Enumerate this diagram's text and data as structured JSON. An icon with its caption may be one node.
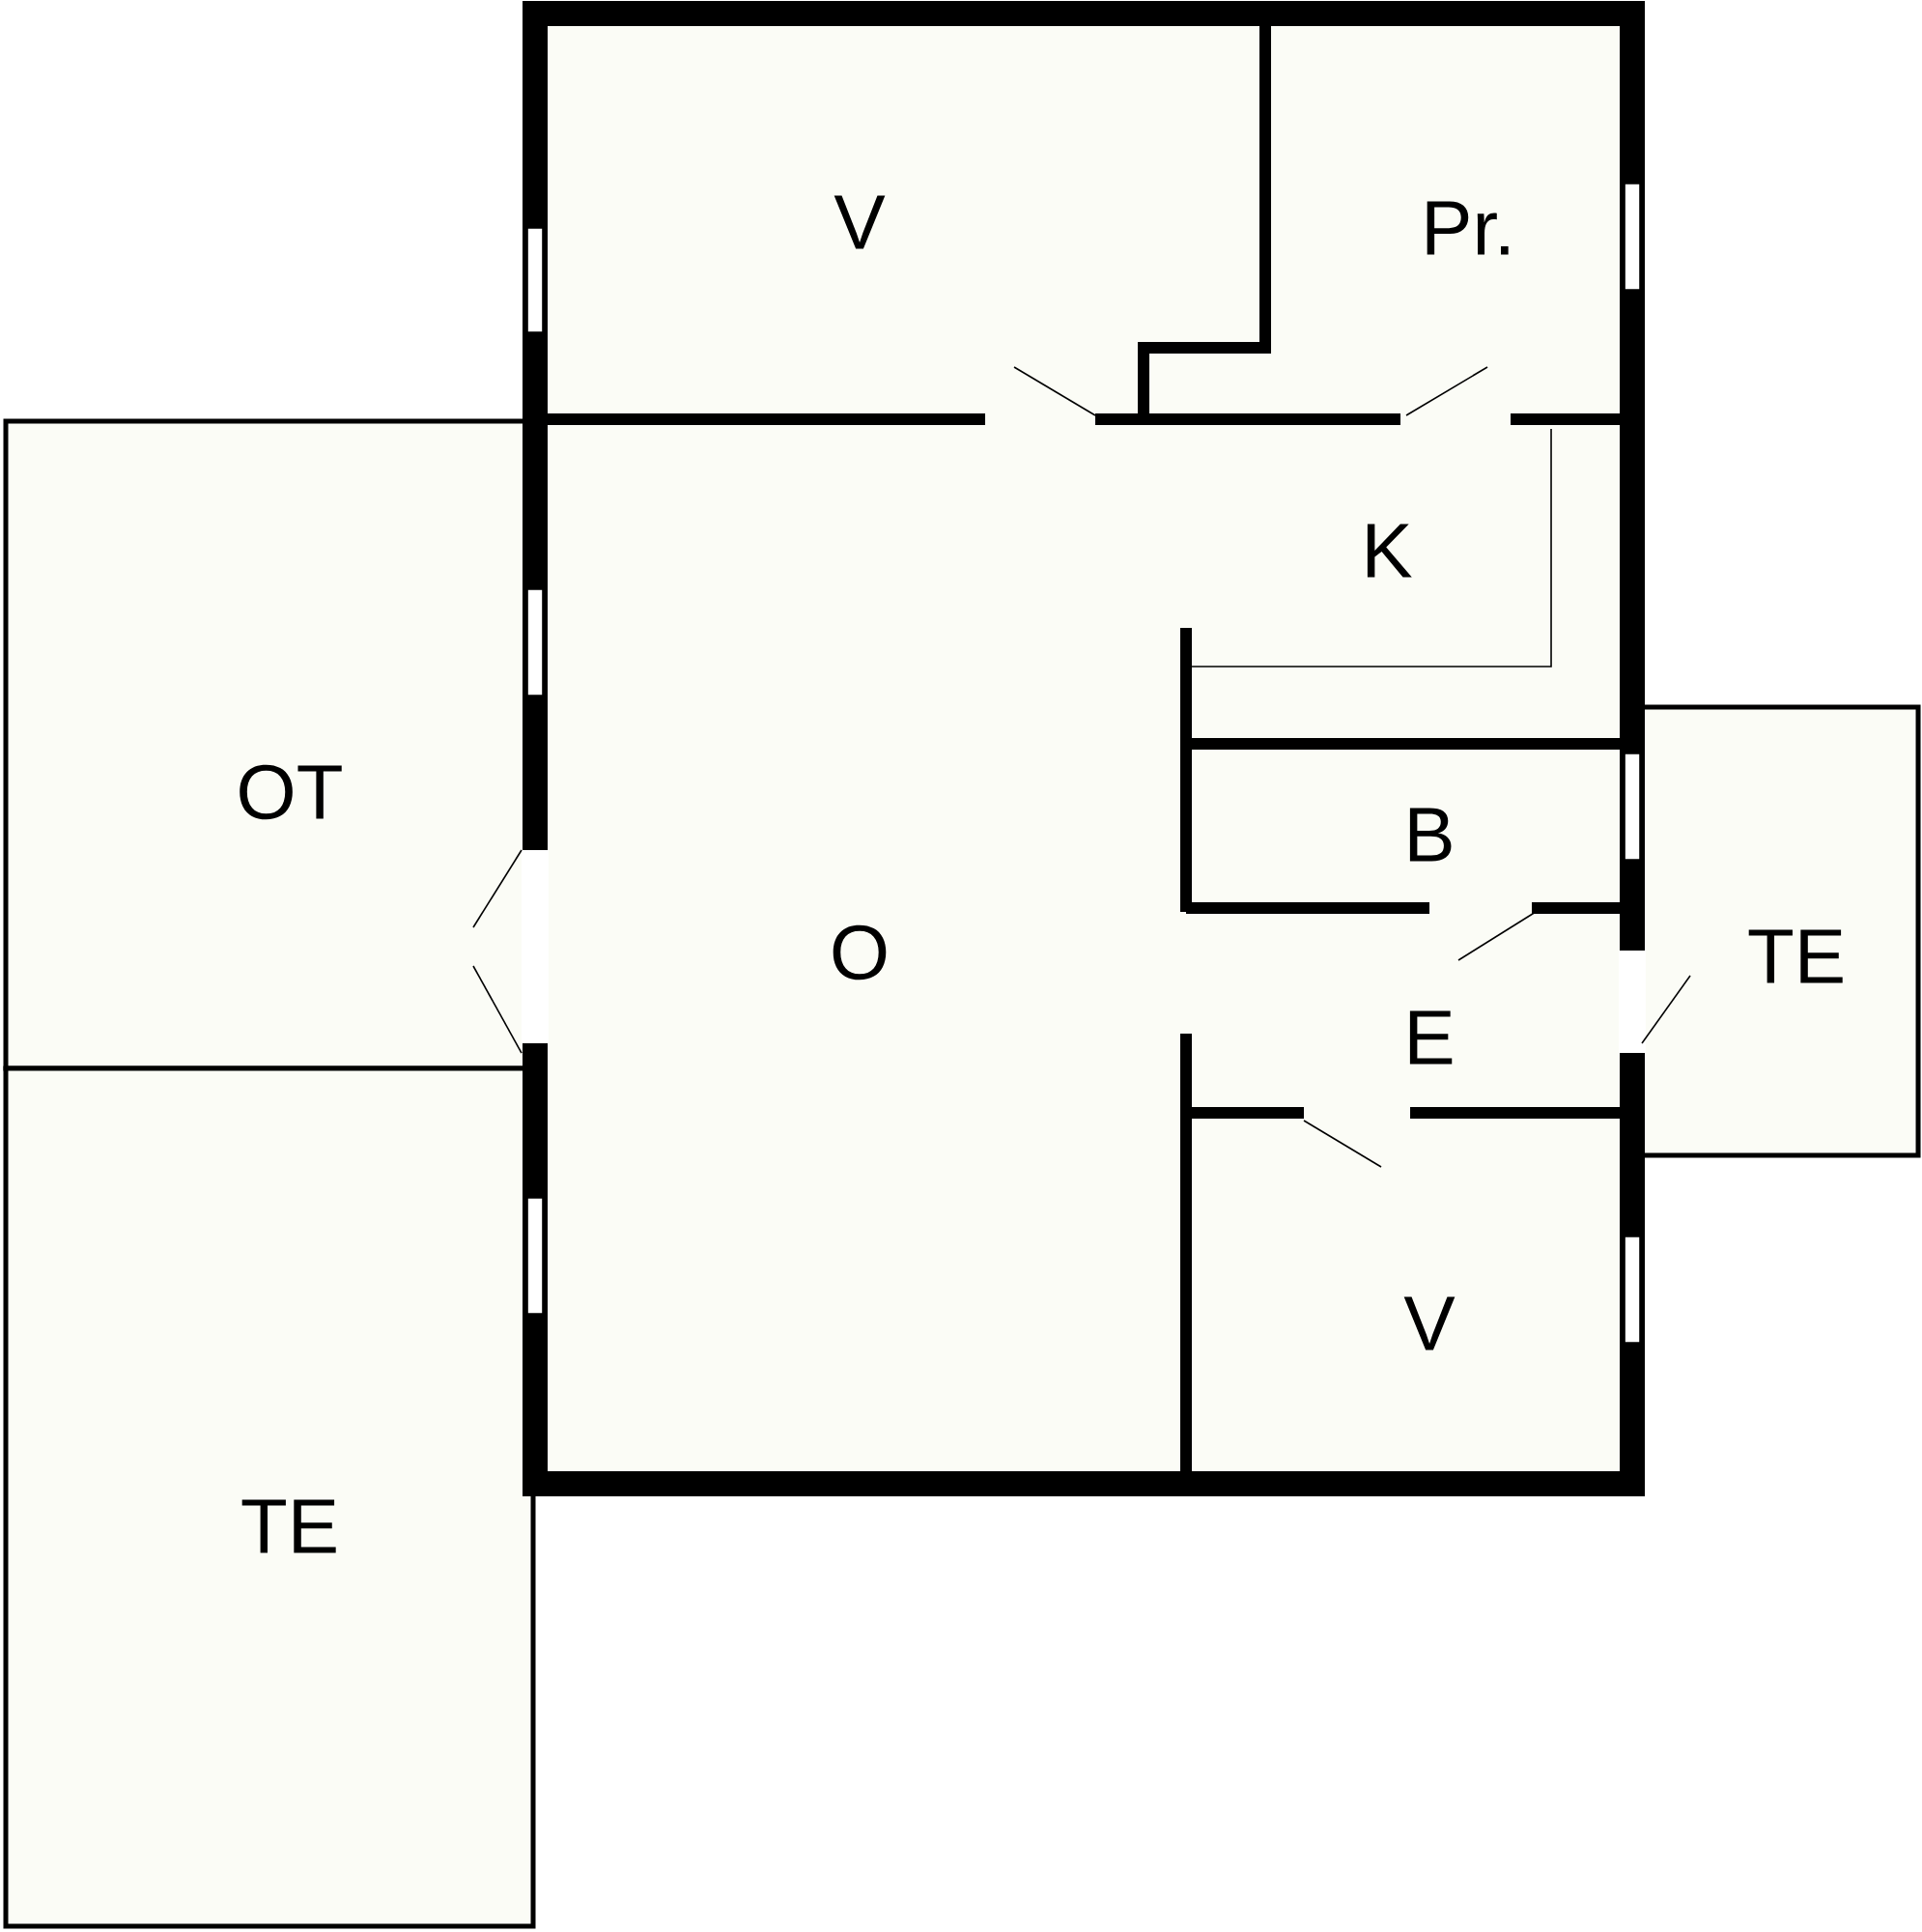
{
  "diagram": {
    "labels": [
      "V",
      "Pr.",
      "K",
      "OT",
      "O",
      "B",
      "TE",
      "E",
      "V",
      "TE"
    ]
  }
}
